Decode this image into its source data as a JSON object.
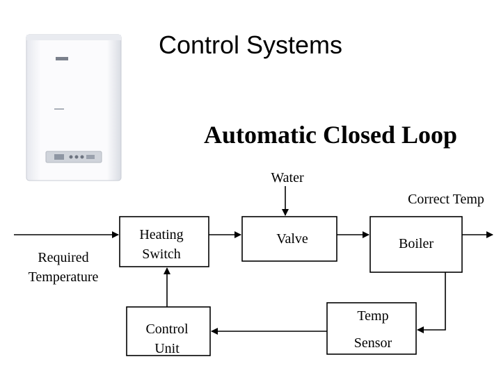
{
  "slide": {
    "title": "Control Systems",
    "subtitle": "Automatic Closed Loop"
  },
  "diagram": {
    "input_label": [
      "Required",
      "Temperature"
    ],
    "water_label": "Water",
    "output_label": "Correct Temp",
    "blocks": {
      "heating_switch": [
        "Heating",
        "Switch"
      ],
      "valve": "Valve",
      "boiler": "Boiler",
      "temp_sensor": [
        "Temp",
        "Sensor"
      ],
      "control_unit": [
        "Control",
        "Unit"
      ]
    }
  },
  "colors": {
    "line": "#000000",
    "boiler_body": "#f4f5f8",
    "boiler_panel": "#c9ced6"
  }
}
